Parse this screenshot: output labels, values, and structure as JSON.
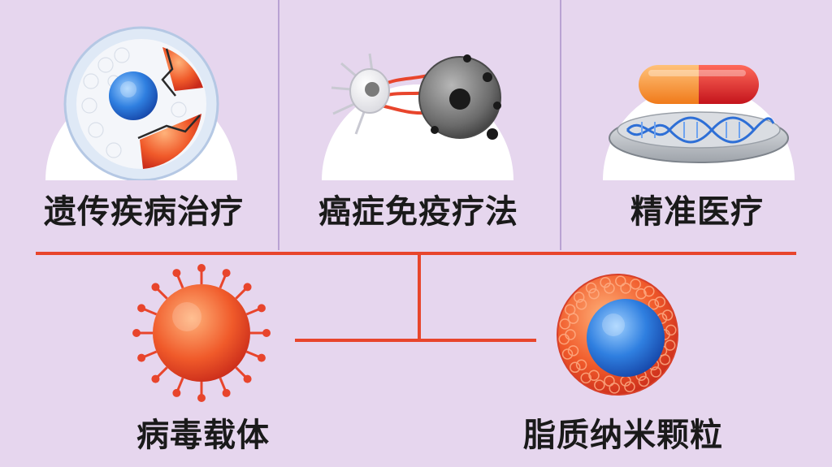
{
  "top_items": [
    {
      "label": "遗传疾病治疗",
      "icon": "cell-repair-icon"
    },
    {
      "label": "癌症免疫疗法",
      "icon": "immune-cell-attack-icon"
    },
    {
      "label": "精准医疗",
      "icon": "capsule-dna-icon"
    }
  ],
  "bottom_items": [
    {
      "label": "病毒载体",
      "icon": "virus-icon"
    },
    {
      "label": "脂质纳米颗粒",
      "icon": "lipid-nanoparticle-icon"
    }
  ],
  "colors": {
    "background": "#e6d6ee",
    "connector": "#e8452c",
    "divider": "#b9a2d3",
    "circle": "#ffffff"
  }
}
